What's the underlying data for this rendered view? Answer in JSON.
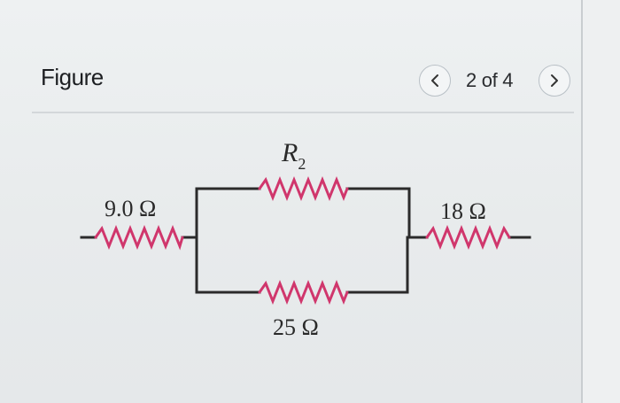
{
  "header": {
    "title": "Figure",
    "pagination": {
      "text": "2 of 4",
      "prev_icon": "chevron-left-icon",
      "next_icon": "chevron-right-icon"
    }
  },
  "circuit": {
    "resistors": [
      {
        "id": "left",
        "label": "9.0 Ω"
      },
      {
        "id": "top",
        "label": "R",
        "subscript": "2"
      },
      {
        "id": "bottom",
        "label": "25 Ω"
      },
      {
        "id": "right",
        "label": "18 Ω"
      }
    ],
    "colors": {
      "wire": "#2b2b2b",
      "resistor": "#d0366c"
    }
  }
}
